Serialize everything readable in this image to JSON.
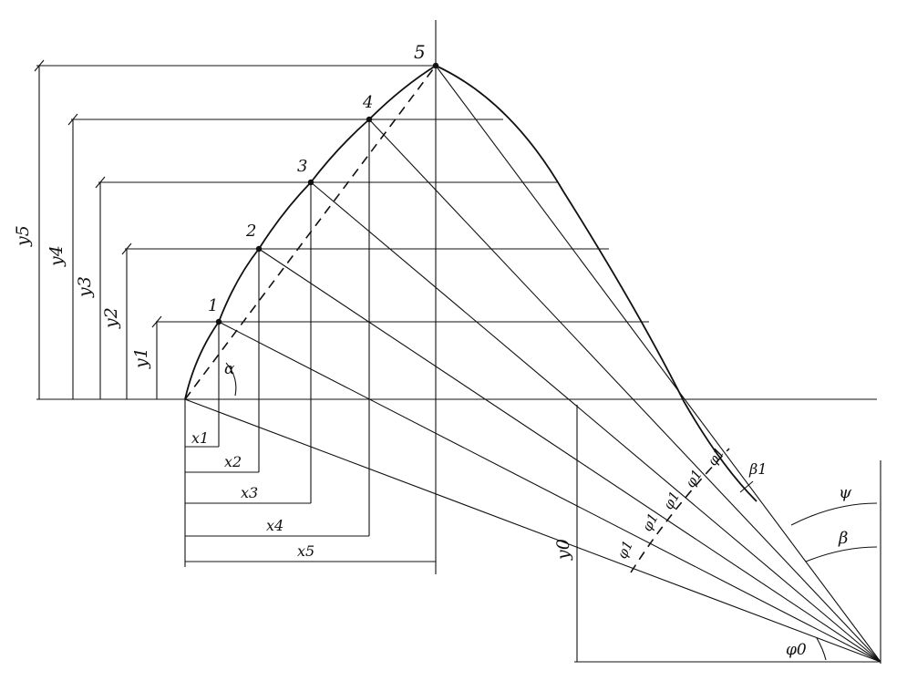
{
  "colors": {
    "ink": "#111111",
    "paper": "#ffffff"
  },
  "labels": {
    "point_1": "1",
    "point_2": "2",
    "point_3": "3",
    "point_4": "4",
    "point_5": "5",
    "y1": "y1",
    "y2": "y2",
    "y3": "y3",
    "y4": "y4",
    "y5": "y5",
    "x1": "x1",
    "x2": "x2",
    "x3": "x3",
    "x4": "x4",
    "x5": "x5",
    "y0": "y0",
    "phi0": "φ0",
    "phi": "φ1",
    "alpha": "α",
    "beta": "β",
    "beta1": "β1",
    "psi": "ψ"
  }
}
